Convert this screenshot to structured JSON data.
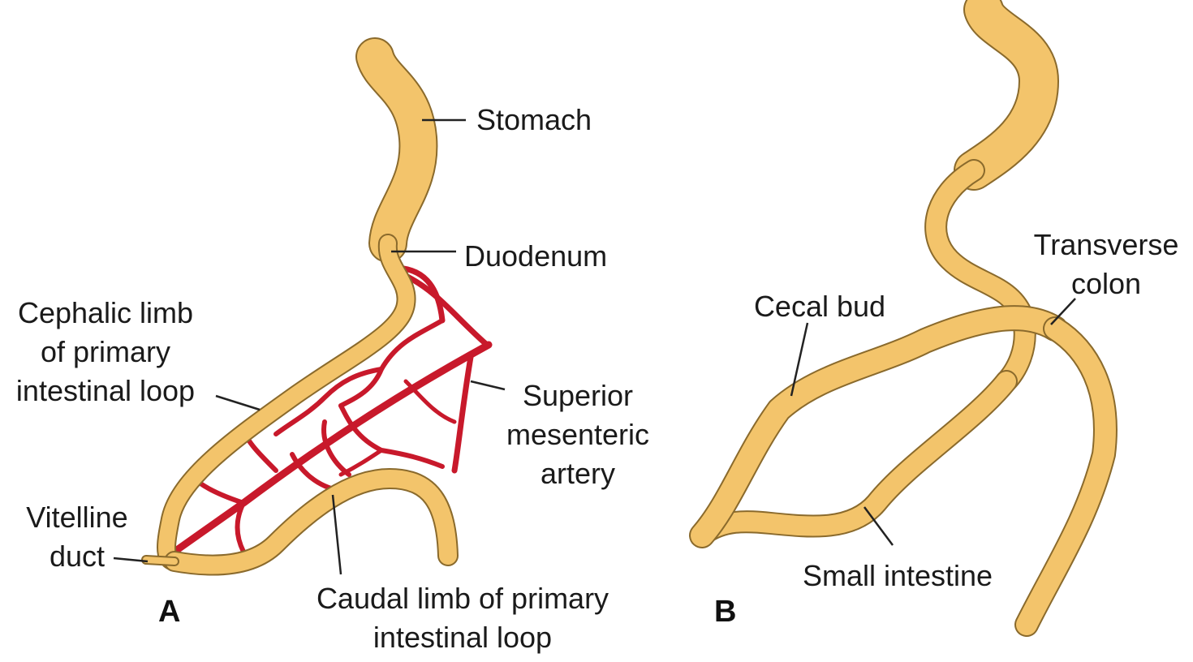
{
  "colors": {
    "gut_fill": "#f3c46b",
    "gut_outline": "#8a6a2c",
    "artery": "#c8192b",
    "text": "#1a1a1a"
  },
  "panel_a": {
    "letter": "A",
    "labels": {
      "stomach": "Stomach",
      "duodenum": "Duodenum",
      "cephalic_limb": [
        "Cephalic limb",
        "of primary",
        "intestinal loop"
      ],
      "superior_mesenteric_artery": [
        "Superior",
        "mesenteric",
        "artery"
      ],
      "vitelline_duct": [
        "Vitelline",
        "duct"
      ],
      "caudal_limb": [
        "Caudal limb of primary",
        "intestinal loop"
      ]
    }
  },
  "panel_b": {
    "letter": "B",
    "labels": {
      "transverse_colon": [
        "Transverse",
        "colon"
      ],
      "cecal_bud": "Cecal bud",
      "small_intestine": "Small intestine"
    }
  }
}
